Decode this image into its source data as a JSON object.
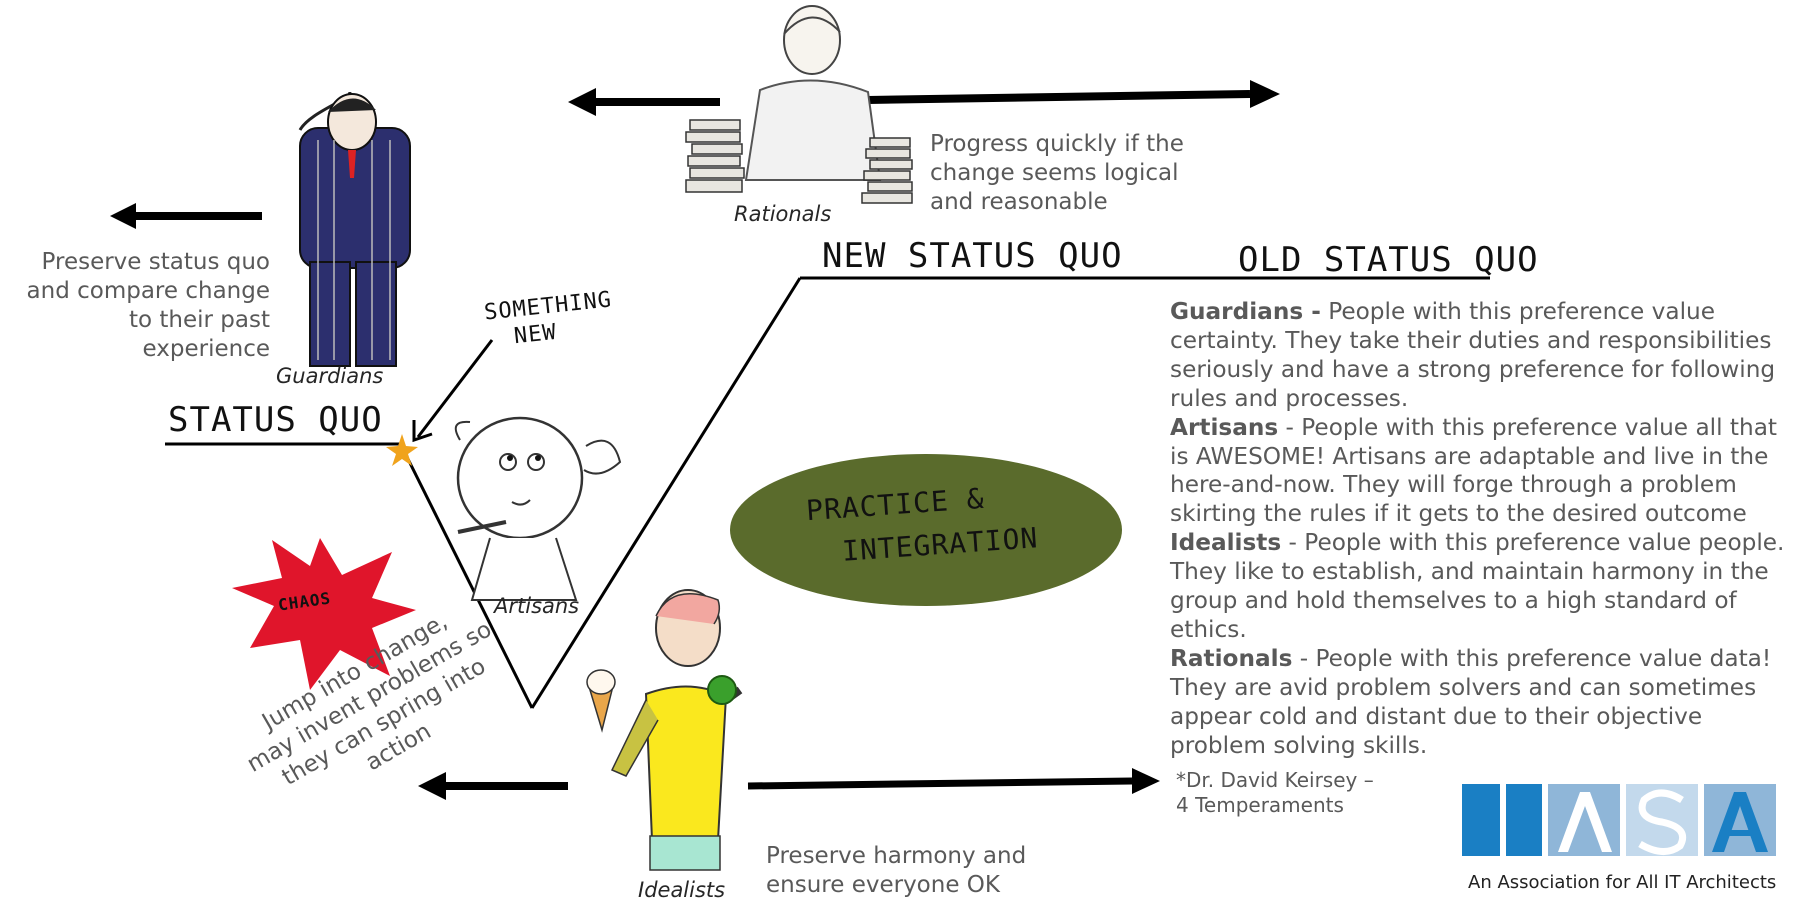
{
  "labels": {
    "status_quo": "STATUS QUO",
    "new_status_quo": "NEW STATUS QUO",
    "old_status_quo": "OLD STATUS QUO",
    "something_new_line1": "SOMETHING",
    "something_new_line2": "NEW",
    "chaos": "CHAOS",
    "practice_line1": "PRACTICE &",
    "practice_line2": "INTEGRATION"
  },
  "captions": {
    "guardians": "Guardians",
    "rationals": "Rationals",
    "artisans": "Artisans",
    "idealists": "Idealists"
  },
  "reactions": {
    "guardians": [
      "Preserve status quo",
      "and compare change",
      "to their past",
      "experience"
    ],
    "rationals": [
      "Progress quickly if the",
      "change seems logical",
      "and reasonable"
    ],
    "artisans": [
      "Jump into change,",
      "may invent problems so",
      "they can spring into",
      "action"
    ],
    "idealists": [
      "Preserve harmony and",
      "ensure everyone OK"
    ]
  },
  "descriptions": [
    {
      "term": "Guardians -",
      "text": " People with this preference value certainty. They take their duties and responsibilities seriously and have a strong preference for following rules and processes."
    },
    {
      "term": "Artisans",
      "text": " - People with this preference value all that is AWESOME! Artisans are adaptable and live in the here-and-now. They will forge through a problem skirting the rules if it gets to the desired outcome"
    },
    {
      "term": "Idealists",
      "text": " - People with this preference value people. They like to establish, and maintain harmony in the group and hold themselves to a high standard of ethics."
    },
    {
      "term": "Rationals",
      "text": " - People with this preference value data! They are avid problem solvers and can sometimes appear cold and distant due to their objective problem solving skills."
    }
  ],
  "citation": [
    "*Dr. David Keirsey –",
    "4 Temperaments"
  ],
  "logo": {
    "letters": [
      "I",
      "A",
      "S",
      "A"
    ],
    "tagline": "An Association for All IT Architects",
    "colors": {
      "dark": "#1a7fc4",
      "light": "#8fb6d8",
      "pale": "#c3d9ec"
    }
  },
  "colors": {
    "chaos": "#e0152b",
    "blob": "#5a6b2c",
    "star": "#f0a31c"
  }
}
